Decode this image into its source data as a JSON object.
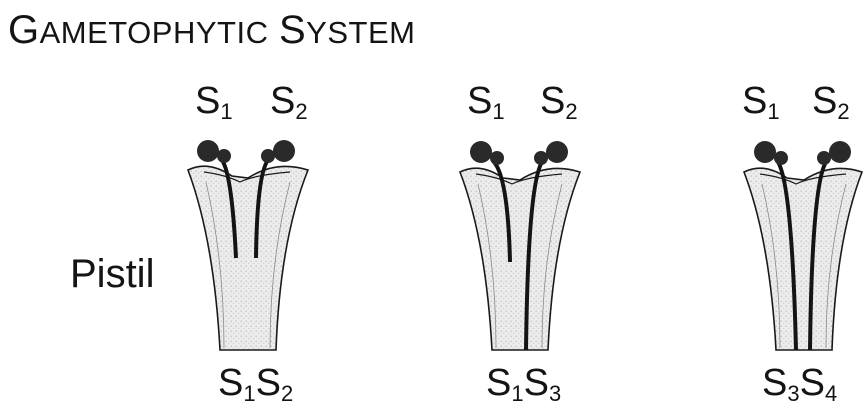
{
  "title": {
    "word1_initial": "G",
    "word1_rest": "AMETOPHYTIC",
    "word2_initial": "S",
    "word2_rest": "YSTEM"
  },
  "pistil_label": "Pistil",
  "panels": [
    {
      "pollen": [
        {
          "s": "S",
          "sub": "1"
        },
        {
          "s": "S",
          "sub": "2"
        }
      ],
      "style": [
        {
          "s": "S",
          "sub": "1"
        },
        {
          "s": "S",
          "sub": "2"
        }
      ]
    },
    {
      "pollen": [
        {
          "s": "S",
          "sub": "1"
        },
        {
          "s": "S",
          "sub": "2"
        }
      ],
      "style": [
        {
          "s": "S",
          "sub": "1"
        },
        {
          "s": "S",
          "sub": "3"
        }
      ]
    },
    {
      "pollen": [
        {
          "s": "S",
          "sub": "1"
        },
        {
          "s": "S",
          "sub": "2"
        }
      ],
      "style": [
        {
          "s": "S",
          "sub": "3"
        },
        {
          "s": "S",
          "sub": "4"
        }
      ]
    }
  ],
  "colors": {
    "ink": "#141414",
    "style_fill": "#ececec",
    "stipple": "#c6c6c6",
    "pollen": "#2a2a2a"
  }
}
